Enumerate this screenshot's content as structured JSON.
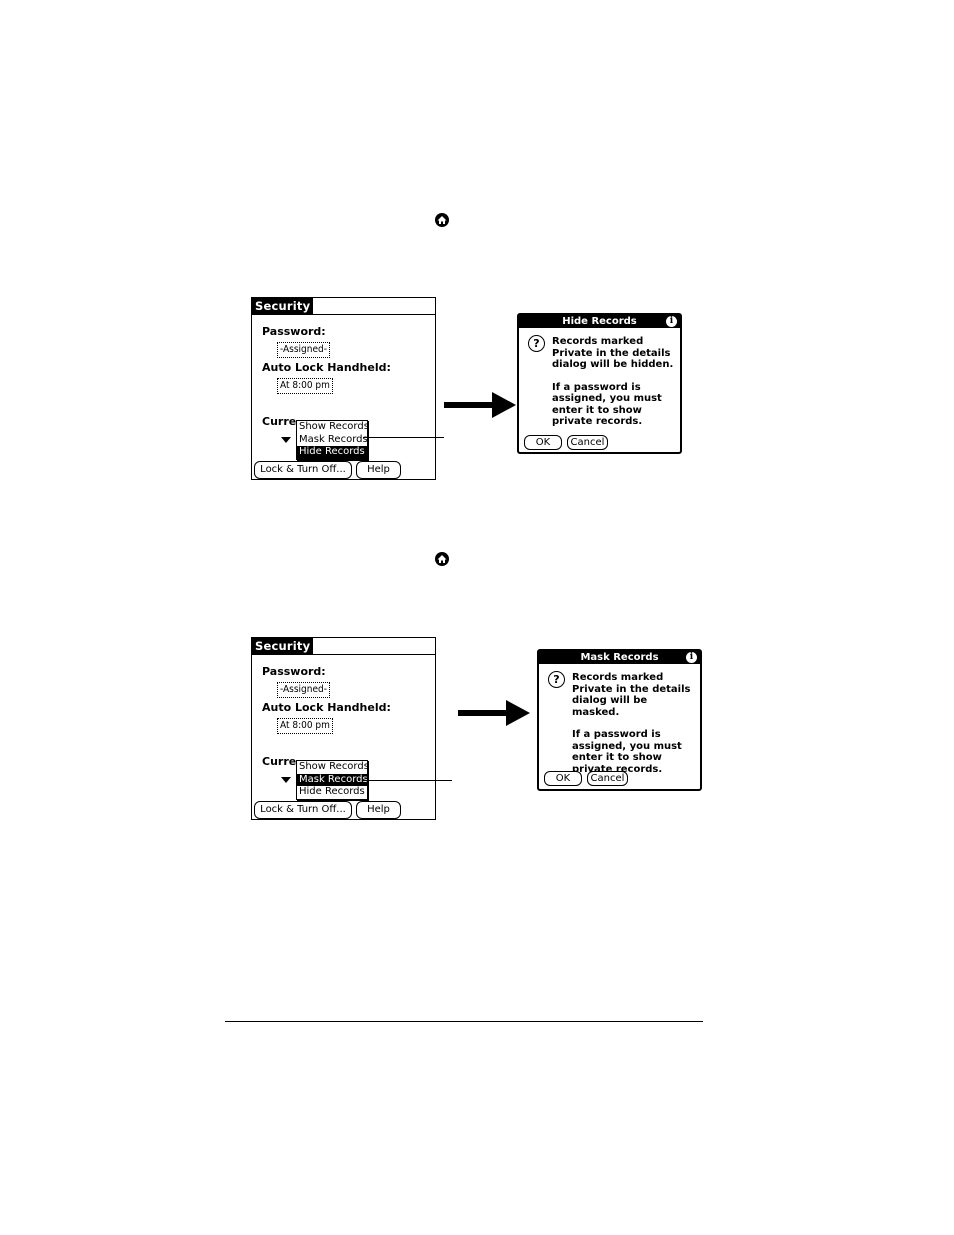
{
  "icons": {
    "home": "home-icon",
    "info": "info-icon",
    "question": "question-icon",
    "arrow": "right-arrow-icon",
    "dropdown": "triangle-down-icon"
  },
  "panels": [
    {
      "security": {
        "title": "Security",
        "password_label": "Password:",
        "password_value": "-Assigned-",
        "autolock_label": "Auto Lock Handheld:",
        "autolock_value": "At 8:00 pm",
        "current_label": "Curre",
        "popup_options": [
          "Show Records",
          "Mask Records",
          "Hide Records"
        ],
        "selected_option": "Hide Records",
        "lock_button": "Lock & Turn Off...",
        "help_button": "Help"
      },
      "dialog": {
        "title": "Hide Records",
        "message_1": "Records marked Private in the details dialog will be hidden.",
        "message_2": "If a password is assigned, you must enter it to show private records.",
        "ok_button": "OK",
        "cancel_button": "Cancel"
      }
    },
    {
      "security": {
        "title": "Security",
        "password_label": "Password:",
        "password_value": "-Assigned-",
        "autolock_label": "Auto Lock Handheld:",
        "autolock_value": "At 8:00 pm",
        "current_label": "Curre",
        "popup_options": [
          "Show Records",
          "Mask Records",
          "Hide Records"
        ],
        "selected_option": "Mask Records",
        "lock_button": "Lock & Turn Off...",
        "help_button": "Help"
      },
      "dialog": {
        "title": "Mask Records",
        "message_1": "Records marked Private in the details dialog will be masked.",
        "message_2": "If a password is assigned, you must enter it to show private records.",
        "ok_button": "OK",
        "cancel_button": "Cancel"
      }
    }
  ]
}
